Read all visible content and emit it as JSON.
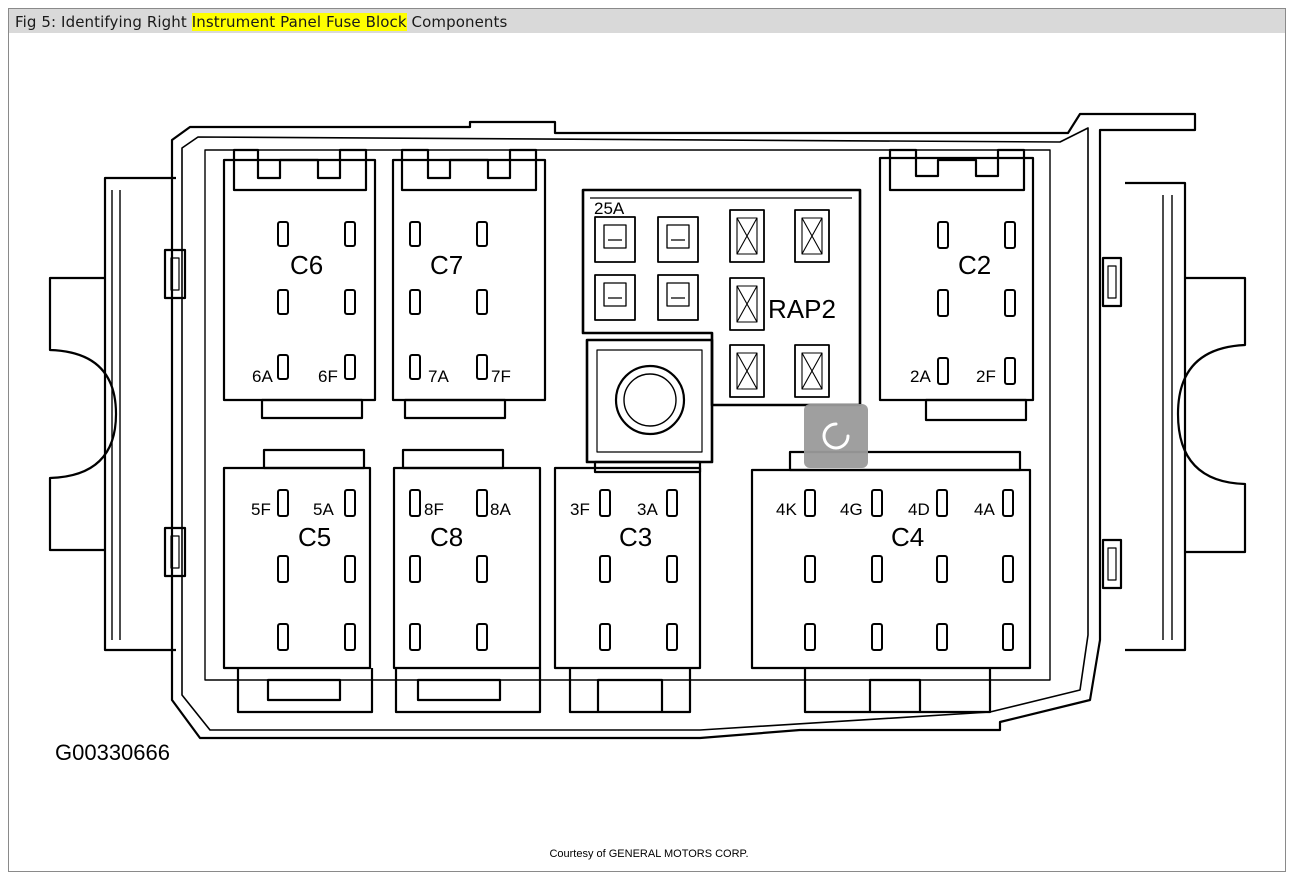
{
  "caption": {
    "prefix": "Fig 5: Identifying Right ",
    "highlight": "Instrument Panel Fuse Block",
    "suffix": " Components"
  },
  "connectors": {
    "c6": {
      "name": "C6",
      "pin_left": "6A",
      "pin_right": "6F"
    },
    "c7": {
      "name": "C7",
      "pin_left": "7A",
      "pin_right": "7F"
    },
    "c2": {
      "name": "C2",
      "pin_left": "2A",
      "pin_right": "2F"
    },
    "c5": {
      "name": "C5",
      "pin_left": "5F",
      "pin_right": "5A"
    },
    "c8": {
      "name": "C8",
      "pin_left": "8F",
      "pin_right": "8A"
    },
    "c3": {
      "name": "C3",
      "pin_left": "3F",
      "pin_right": "3A"
    },
    "c4": {
      "name": "C4",
      "pins": [
        "4K",
        "4G",
        "4D",
        "4A"
      ]
    }
  },
  "relay": {
    "name": "RAP2",
    "fuse_label": "25A"
  },
  "part_number": "G00330666",
  "courtesy": "Courtesy of GENERAL MOTORS CORP."
}
